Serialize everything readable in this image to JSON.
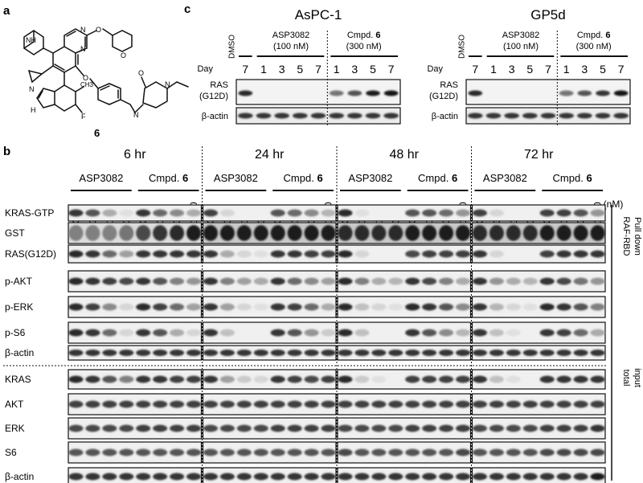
{
  "panel_a": {
    "letter": "a",
    "nh": "NH",
    "n_ring": [
      "N",
      "N"
    ],
    "o1": "O",
    "o2": "O",
    "o_carbonyl": "O",
    "n_pip": [
      "N",
      "N"
    ],
    "ch3": "CH3",
    "f": "F",
    "n_ind": "N",
    "nh_ind": "H",
    "compound": "6"
  },
  "panel_c": {
    "letter": "c",
    "day_label": "Day",
    "ras_label": [
      "RAS",
      "(G12D)"
    ],
    "actin_label": "β-actin",
    "groups": {
      "dmso": "DMSO",
      "asp": [
        "ASP3082",
        "(100 nM)"
      ],
      "cmpd": [
        "Cmpd. ",
        "6",
        "(300 nM)"
      ]
    },
    "days": [
      "7",
      "1",
      "3",
      "5",
      "7",
      "1",
      "3",
      "5",
      "7"
    ],
    "cell_lines": [
      {
        "name": "AsPC-1",
        "ras": [
          0.9,
          0,
          0,
          0,
          0,
          0.55,
          0.7,
          0.95,
          1.0
        ]
      },
      {
        "name": "GP5d",
        "ras": [
          0.9,
          0,
          0,
          0,
          0,
          0.55,
          0.7,
          0.85,
          1.0
        ]
      }
    ]
  },
  "panel_b": {
    "letter": "b",
    "nm_unit": "(nM)",
    "groups": [
      "ASP3082",
      "Cmpd. "
    ],
    "cmpd_num": "6",
    "asp_doses": [
      "0",
      "30",
      "100",
      "300"
    ],
    "cmpd_doses": [
      "0",
      "100",
      "300",
      "1000"
    ],
    "timepoints": [
      "6 hr",
      "24 hr",
      "48 hr",
      "72 hr"
    ],
    "rows": [
      {
        "label": "KRAS-GTP",
        "bands": [
          [
            0.85,
            0.7,
            0.3,
            0.05,
            0.85,
            0.6,
            0.45,
            0.3
          ],
          [
            0.8,
            0.1,
            0,
            0,
            0.7,
            0.6,
            0.45,
            0.25
          ],
          [
            0.9,
            0.05,
            0,
            0,
            0.7,
            0.7,
            0.6,
            0.4
          ],
          [
            0.8,
            0.1,
            0,
            0,
            0.8,
            0.8,
            0.7,
            0.4
          ]
        ]
      },
      {
        "label": "GST",
        "bands": [
          [
            0.5,
            0.5,
            0.5,
            0.55,
            0.75,
            0.85,
            0.9,
            0.95
          ],
          [
            0.95,
            0.95,
            0.95,
            0.95,
            0.95,
            0.95,
            0.95,
            0.95
          ],
          [
            0.9,
            0.9,
            0.9,
            0.9,
            0.95,
            0.95,
            0.95,
            0.95
          ],
          [
            0.9,
            0.9,
            0.9,
            0.9,
            0.95,
            0.95,
            0.95,
            0.95
          ]
        ]
      },
      {
        "label": "RAS(G12D)",
        "bands": [
          [
            0.9,
            0.85,
            0.6,
            0.35,
            0.85,
            0.85,
            0.85,
            0.85
          ],
          [
            0.85,
            0.3,
            0.1,
            0.05,
            0.85,
            0.85,
            0.8,
            0.8
          ],
          [
            0.9,
            0.1,
            0,
            0,
            0.75,
            0.8,
            0.8,
            0.8
          ],
          [
            0.85,
            0.1,
            0,
            0,
            0.8,
            0.85,
            0.85,
            0.85
          ]
        ]
      },
      {
        "label": "p-AKT",
        "bands": [
          [
            0.9,
            0.85,
            0.8,
            0.75,
            0.85,
            0.7,
            0.5,
            0.4
          ],
          [
            0.85,
            0.5,
            0.35,
            0.3,
            0.85,
            0.6,
            0.45,
            0.35
          ],
          [
            0.9,
            0.5,
            0.3,
            0.25,
            0.85,
            0.75,
            0.5,
            0.3
          ],
          [
            0.85,
            0.4,
            0.3,
            0.25,
            0.85,
            0.75,
            0.55,
            0.4
          ]
        ]
      },
      {
        "label": "p-ERK",
        "bands": [
          [
            0.9,
            0.8,
            0.45,
            0.1,
            0.9,
            0.8,
            0.6,
            0.35
          ],
          [
            0.85,
            0.35,
            0.1,
            0.05,
            0.85,
            0.8,
            0.6,
            0.3
          ],
          [
            0.9,
            0.2,
            0.1,
            0.05,
            0.9,
            0.85,
            0.7,
            0.45
          ],
          [
            0.85,
            0.25,
            0.1,
            0.05,
            0.9,
            0.85,
            0.7,
            0.5
          ]
        ]
      },
      {
        "label": "p-S6",
        "bands": [
          [
            0.9,
            0.85,
            0.6,
            0.1,
            0.85,
            0.7,
            0.3,
            0.1
          ],
          [
            0.85,
            0.2,
            0,
            0,
            0.85,
            0.7,
            0.4,
            0.15
          ],
          [
            0.9,
            0.2,
            0,
            0,
            0.85,
            0.7,
            0.45,
            0.25
          ],
          [
            0.85,
            0.2,
            0.05,
            0,
            0.85,
            0.8,
            0.6,
            0.3
          ]
        ]
      },
      {
        "label": "β-actin",
        "bands": [
          [
            0.85,
            0.85,
            0.85,
            0.85,
            0.85,
            0.85,
            0.85,
            0.85
          ],
          [
            0.85,
            0.85,
            0.85,
            0.85,
            0.85,
            0.85,
            0.85,
            0.85
          ],
          [
            0.85,
            0.85,
            0.85,
            0.85,
            0.85,
            0.85,
            0.85,
            0.85
          ],
          [
            0.85,
            0.85,
            0.85,
            0.85,
            0.85,
            0.85,
            0.85,
            0.85
          ]
        ]
      },
      {
        "label": "KRAS",
        "bands": [
          [
            0.9,
            0.85,
            0.7,
            0.5,
            0.85,
            0.85,
            0.8,
            0.8
          ],
          [
            0.85,
            0.35,
            0.15,
            0.1,
            0.85,
            0.8,
            0.75,
            0.8
          ],
          [
            0.9,
            0.15,
            0.05,
            0,
            0.8,
            0.8,
            0.8,
            0.8
          ],
          [
            0.85,
            0.2,
            0.05,
            0,
            0.85,
            0.85,
            0.85,
            0.85
          ]
        ]
      },
      {
        "label": "AKT",
        "bands": [
          [
            0.8,
            0.8,
            0.8,
            0.8,
            0.8,
            0.8,
            0.8,
            0.8
          ],
          [
            0.8,
            0.8,
            0.8,
            0.8,
            0.8,
            0.8,
            0.8,
            0.8
          ],
          [
            0.8,
            0.8,
            0.8,
            0.8,
            0.8,
            0.8,
            0.8,
            0.8
          ],
          [
            0.8,
            0.8,
            0.8,
            0.8,
            0.8,
            0.8,
            0.8,
            0.8
          ]
        ]
      },
      {
        "label": "ERK",
        "bands": [
          [
            0.75,
            0.75,
            0.75,
            0.75,
            0.8,
            0.8,
            0.8,
            0.8
          ],
          [
            0.75,
            0.75,
            0.75,
            0.75,
            0.8,
            0.8,
            0.8,
            0.8
          ],
          [
            0.75,
            0.75,
            0.75,
            0.75,
            0.8,
            0.8,
            0.8,
            0.8
          ],
          [
            0.75,
            0.75,
            0.75,
            0.75,
            0.8,
            0.8,
            0.8,
            0.85
          ]
        ]
      },
      {
        "label": "S6",
        "bands": [
          [
            0.7,
            0.7,
            0.7,
            0.7,
            0.7,
            0.7,
            0.7,
            0.7
          ],
          [
            0.7,
            0.7,
            0.7,
            0.7,
            0.7,
            0.7,
            0.7,
            0.7
          ],
          [
            0.75,
            0.7,
            0.7,
            0.7,
            0.7,
            0.7,
            0.7,
            0.75
          ],
          [
            0.7,
            0.7,
            0.7,
            0.7,
            0.75,
            0.75,
            0.75,
            0.75
          ]
        ]
      },
      {
        "label": "β-actin",
        "bands": [
          [
            0.85,
            0.85,
            0.85,
            0.85,
            0.85,
            0.85,
            0.85,
            0.85
          ],
          [
            0.85,
            0.85,
            0.85,
            0.85,
            0.85,
            0.85,
            0.85,
            0.85
          ],
          [
            0.85,
            0.85,
            0.85,
            0.85,
            0.85,
            0.85,
            0.85,
            0.85
          ],
          [
            0.85,
            0.85,
            0.85,
            0.85,
            0.85,
            0.85,
            0.85,
            0.95
          ]
        ]
      }
    ],
    "side_labels": {
      "pulldown": [
        "RAF-RBD",
        "Pull down"
      ],
      "input": [
        "total",
        "input"
      ]
    }
  }
}
